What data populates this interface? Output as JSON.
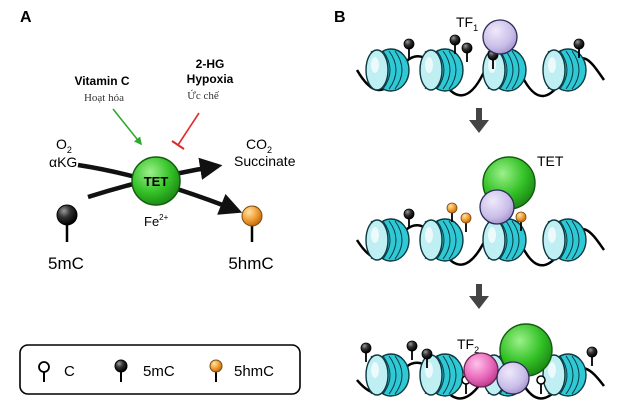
{
  "panel_a": {
    "label": "A",
    "vitamin_c": "Vitamin C",
    "activate": "Hoạt hóa",
    "inhibitor_2hg": "2-HG",
    "hypoxia": "Hypoxia",
    "inhibit": "Ức chế",
    "o2": "O",
    "o2_sub": "2",
    "akg": "αKG",
    "co2": "CO",
    "co2_sub": "2",
    "succinate": "Succinate",
    "tet": "TET",
    "fe": "Fe",
    "fe_sup": "2+",
    "left_product": "5mC",
    "right_product": "5hmC"
  },
  "legend": {
    "c": "C",
    "mc": "5mC",
    "hmc": "5hmC"
  },
  "panel_b": {
    "label": "B",
    "tf1": "TF",
    "tf1_sub": "1",
    "tet": "TET",
    "tf2": "TF",
    "tf2_sub": "2"
  },
  "colors": {
    "tet_green": "#34c227",
    "nucleosome_cyan": "#2fc9d6",
    "nucleosome_light": "#bfeef3",
    "tf_lavender": "#c9bde8",
    "tf2_magenta": "#e765b8",
    "hydroxy_orange": "#f2a33a",
    "activate_green": "#2eaa2e",
    "inhibit_red": "#e02a2a"
  }
}
